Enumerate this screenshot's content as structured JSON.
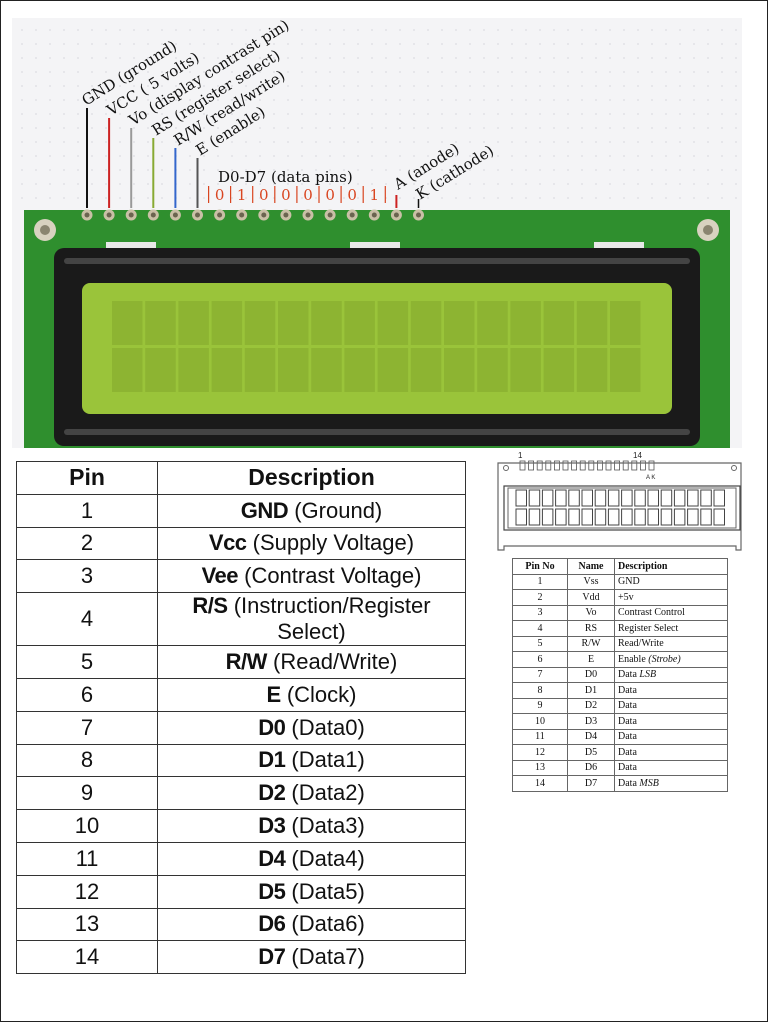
{
  "lcd_photo": {
    "pin_labels": [
      "GND (ground)",
      "VCC ( 5 volts)",
      "Vo (display contrast pin)",
      "RS (register select)",
      "R/W (read/write)",
      "E (enable)",
      "D0-D7 (data pins)",
      "A (anode)",
      "K (cathode)"
    ],
    "data_bits": [
      "0",
      "1",
      "0",
      "0",
      "0",
      "0",
      "0",
      "1"
    ],
    "colors": {
      "board": "#2f8f2e",
      "bezel": "#1a1a1a",
      "screen": "#9ac43a",
      "wire_gnd": "#111111",
      "wire_vcc": "#cc2222",
      "wire_vo": "#999999",
      "wire_rs": "#88aa33",
      "wire_rw": "#3366cc",
      "wire_e": "#555555",
      "bits": "#d94520"
    }
  },
  "pin_table": {
    "headers": {
      "pin": "Pin",
      "description": "Description"
    },
    "rows": [
      {
        "pin": "1",
        "name": "GND",
        "desc": " (Ground)"
      },
      {
        "pin": "2",
        "name": "Vcc",
        "desc": " (Supply Voltage)"
      },
      {
        "pin": "3",
        "name": "Vee",
        "desc": " (Contrast Voltage)"
      },
      {
        "pin": "4",
        "name": "R/S",
        "desc": " (Instruction/Register Select)"
      },
      {
        "pin": "5",
        "name": "R/W",
        "desc": " (Read/Write)"
      },
      {
        "pin": "6",
        "name": "E",
        "desc": " (Clock)"
      },
      {
        "pin": "7",
        "name": "D0",
        "desc": " (Data0)"
      },
      {
        "pin": "8",
        "name": "D1",
        "desc": " (Data1)"
      },
      {
        "pin": "9",
        "name": "D2",
        "desc": " (Data2)"
      },
      {
        "pin": "10",
        "name": "D3",
        "desc": " (Data3)"
      },
      {
        "pin": "11",
        "name": "D4",
        "desc": " (Data4)"
      },
      {
        "pin": "12",
        "name": "D5",
        "desc": " (Data5)"
      },
      {
        "pin": "13",
        "name": "D6",
        "desc": " (Data6)"
      },
      {
        "pin": "14",
        "name": "D7",
        "desc": " (Data7)"
      }
    ]
  },
  "module_diagram": {
    "pin_first": "1",
    "pin_last": "14",
    "backlight_labels": "A K"
  },
  "spec_table": {
    "headers": {
      "no": "Pin No",
      "name": "Name",
      "description": "Description"
    },
    "rows": [
      {
        "no": "1",
        "name": "Vss",
        "desc": "GND",
        "italic": ""
      },
      {
        "no": "2",
        "name": "Vdd",
        "desc": "+5v",
        "italic": ""
      },
      {
        "no": "3",
        "name": "Vo",
        "desc": "Contrast Control",
        "italic": ""
      },
      {
        "no": "4",
        "name": "RS",
        "desc": "Register Select",
        "italic": ""
      },
      {
        "no": "5",
        "name": "R/W",
        "desc": "Read/Write",
        "italic": ""
      },
      {
        "no": "6",
        "name": "E",
        "desc": "Enable ",
        "italic": "(Strobe)"
      },
      {
        "no": "7",
        "name": "D0",
        "desc": "Data ",
        "italic": "LSB"
      },
      {
        "no": "8",
        "name": "D1",
        "desc": "Data",
        "italic": ""
      },
      {
        "no": "9",
        "name": "D2",
        "desc": "Data",
        "italic": ""
      },
      {
        "no": "10",
        "name": "D3",
        "desc": "Data",
        "italic": ""
      },
      {
        "no": "11",
        "name": "D4",
        "desc": "Data",
        "italic": ""
      },
      {
        "no": "12",
        "name": "D5",
        "desc": "Data",
        "italic": ""
      },
      {
        "no": "13",
        "name": "D6",
        "desc": "Data",
        "italic": ""
      },
      {
        "no": "14",
        "name": "D7",
        "desc": "Data ",
        "italic": "MSB"
      }
    ]
  }
}
